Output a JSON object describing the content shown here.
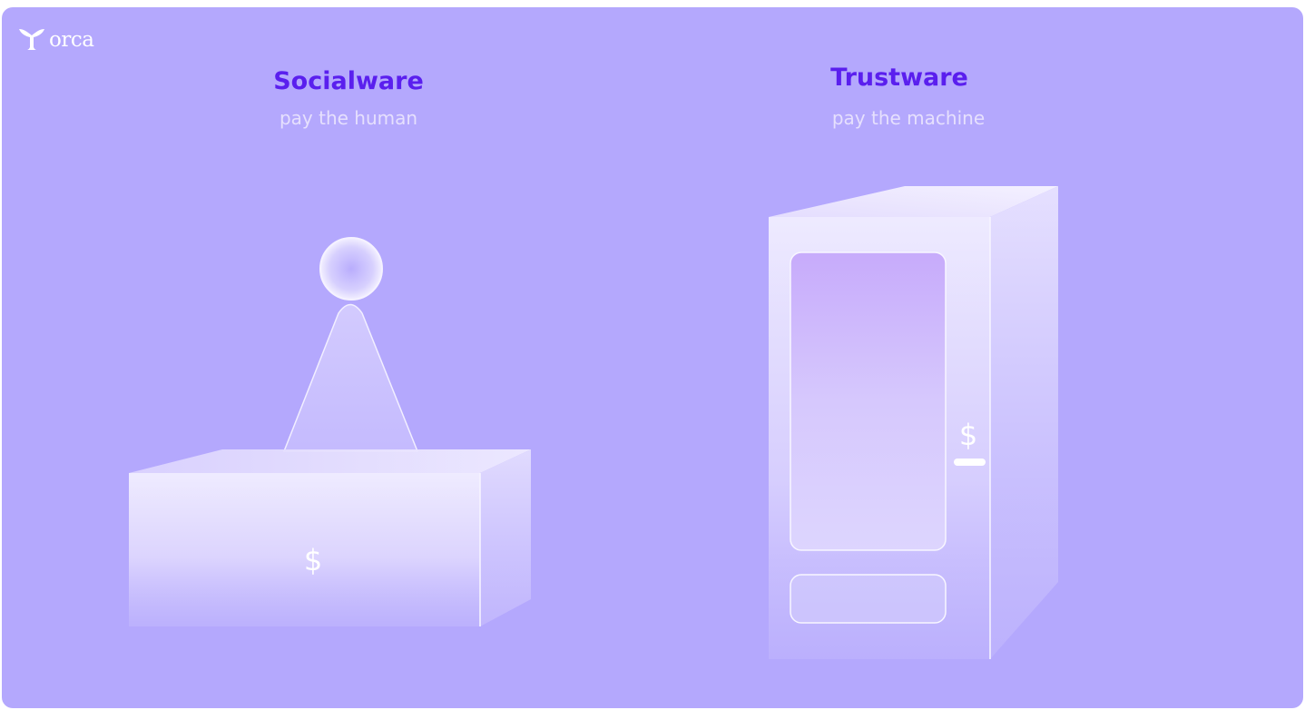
{
  "brand": {
    "logo_icon": "orca-tail-icon",
    "name": "orca"
  },
  "left": {
    "title": "Socialware",
    "subtitle": "pay the human",
    "price_symbol": "$"
  },
  "right": {
    "title": "Trustware",
    "subtitle": "pay the machine",
    "price_symbol": "$"
  },
  "colors": {
    "background": "#b4a8fd",
    "title": "#5a1fee",
    "subtitle": "#e6e0fd"
  }
}
